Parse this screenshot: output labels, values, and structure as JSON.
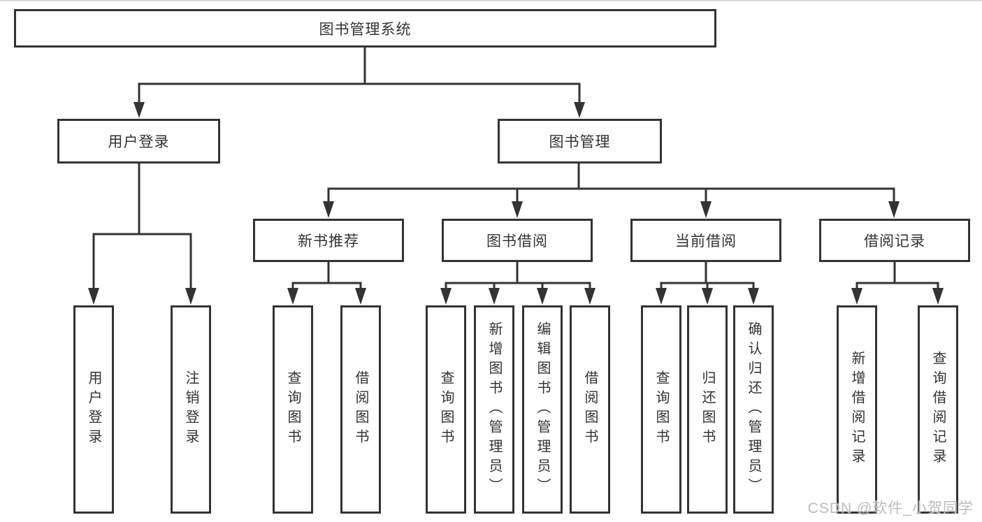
{
  "tree": {
    "root": {
      "label": "图书管理系统"
    },
    "branches": [
      {
        "label": "用户登录",
        "children": [
          {
            "label": "用户登录"
          },
          {
            "label": "注销登录"
          }
        ]
      },
      {
        "label": "图书管理",
        "sections": [
          {
            "label": "新书推荐",
            "children": [
              {
                "label": "查询图书"
              },
              {
                "label": "借阅图书"
              }
            ]
          },
          {
            "label": "图书借阅",
            "children": [
              {
                "label": "查询图书"
              },
              {
                "label": "新增图书（管理员）"
              },
              {
                "label": "编辑图书（管理员）"
              },
              {
                "label": "借阅图书"
              }
            ]
          },
          {
            "label": "当前借阅",
            "children": [
              {
                "label": "查询图书"
              },
              {
                "label": "归还图书"
              },
              {
                "label": "确认归还（管理员）"
              }
            ]
          },
          {
            "label": "借阅记录",
            "children": [
              {
                "label": "新增借阅记录"
              },
              {
                "label": "查询借阅记录"
              }
            ]
          }
        ]
      }
    ]
  },
  "watermark": {
    "text": "CSDN @软件_小贺同学"
  },
  "colors": {
    "line": "#333333",
    "box_border": "#333333",
    "text": "#333333",
    "watermark": "#bcbcbc",
    "background": "#ffffff"
  }
}
